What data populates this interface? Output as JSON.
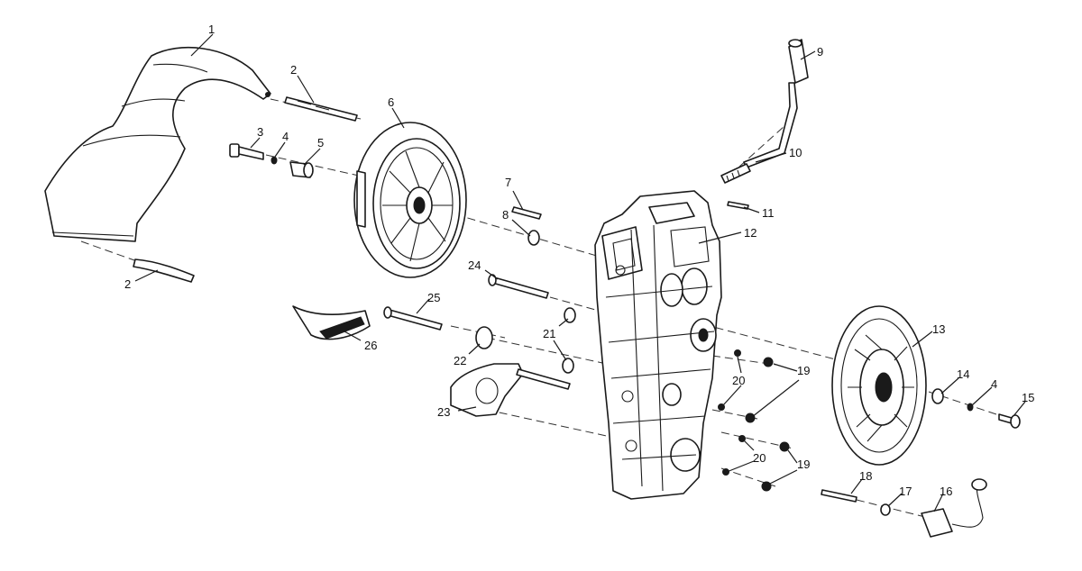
{
  "callouts": {
    "c1": "1",
    "c2a": "2",
    "c2b": "2",
    "c3": "3",
    "c4a": "4",
    "c4b": "4",
    "c5": "5",
    "c6": "6",
    "c7": "7",
    "c8": "8",
    "c9": "9",
    "c10": "10",
    "c11": "11",
    "c12": "12",
    "c13": "13",
    "c14": "14",
    "c15": "15",
    "c16": "16",
    "c17": "17",
    "c18": "18",
    "c19a": "19",
    "c19b": "19",
    "c20a": "20",
    "c20b": "20",
    "c21": "21",
    "c22": "22",
    "c23": "23",
    "c24": "24",
    "c25": "25",
    "c26": "26"
  },
  "colors": {
    "ink": "#1a1a1a",
    "paper": "#ffffff"
  }
}
